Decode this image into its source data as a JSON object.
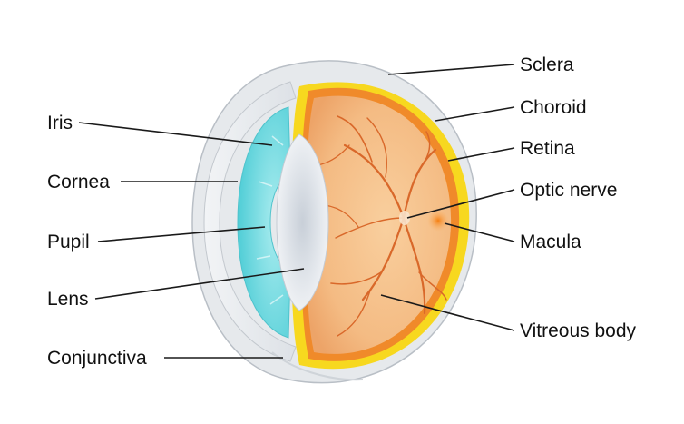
{
  "labels": {
    "iris": "Iris",
    "cornea": "Cornea",
    "pupil": "Pupil",
    "lens": "Lens",
    "conjunctiva": "Conjunctiva",
    "sclera": "Sclera",
    "choroid": "Choroid",
    "retina": "Retina",
    "optic_nerve": "Optic nerve",
    "macula": "Macula",
    "vitreous_body": "Vitreous body"
  },
  "colors": {
    "sclera": "#eef0f2",
    "choroid": "#f7d81f",
    "retina": "#f08a2a",
    "vitreous": "#f6c08a",
    "iris": "#5fd6dd",
    "lens": "#e3e8ee",
    "macula": "#f48a1f",
    "vessels": "#d9682a"
  }
}
